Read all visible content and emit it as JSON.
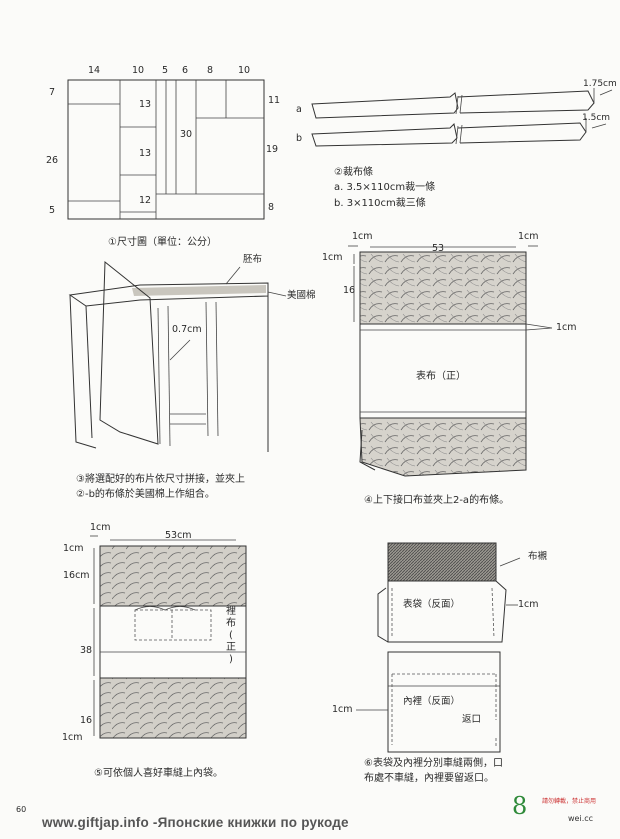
{
  "step1": {
    "top_dims": [
      "14",
      "10",
      "5",
      "6",
      "8",
      "10"
    ],
    "left_dims": [
      "7",
      "26",
      "5"
    ],
    "right_dims": [
      "11",
      "19",
      "8"
    ],
    "inner_dims": [
      "13",
      "13",
      "12",
      "30"
    ],
    "caption": "①尺寸圖（單位：公分）"
  },
  "step2": {
    "label_a": "a",
    "label_b": "b",
    "dim_a": "1.75cm",
    "dim_b": "1.5cm",
    "title": "②裁布條",
    "line_a": "a. 3.5×110cm裁一條",
    "line_b": "b. 3×110cm裁三條"
  },
  "step3": {
    "label_fabric": "胚布",
    "label_batting": "美國棉",
    "label_gap": "0.7cm",
    "caption_1": "③將選配好的布片依尺寸拼接，並夾上",
    "caption_2": "②-b的布條於美國棉上作組合。"
  },
  "step4": {
    "dim_left_top": "1cm",
    "dim_width": "53",
    "dim_right_top": "1cm",
    "dim_side_1cm": "1cm",
    "dim_side_16": "16",
    "dim_right_mid": "1cm",
    "label_front": "表布（正）",
    "caption": "④上下接口布並夾上2-a的布條。"
  },
  "step5": {
    "dim_left_top": "1cm",
    "dim_width": "53cm",
    "dim_1cm_top": "1cm",
    "dim_16_top": "16cm",
    "dim_38": "38",
    "dim_16_bottom": "16",
    "dim_1cm_bottom": "1cm",
    "label_lining": [
      "裡",
      "布",
      "(",
      "正",
      ")"
    ],
    "caption": "⑤可依個人喜好車縫上內袋。"
  },
  "step6": {
    "label_cloth": "布襯",
    "label_outer": "表袋（反面）",
    "dim_outer": "1cm",
    "dim_inner": "1cm",
    "label_inner": "內裡（反面）",
    "label_opening": "返口",
    "caption_1": "⑥表袋及內裡分別車縫兩側，口",
    "caption_2": "布處不車縫，內裡要留返口。"
  },
  "page_number": "60",
  "footer_text": "www.giftjap.info -Японские книжки по рукоде",
  "watermark": {
    "line1": "請勿轉載，禁止商用",
    "logo": "8",
    "site": "wei.cc"
  }
}
